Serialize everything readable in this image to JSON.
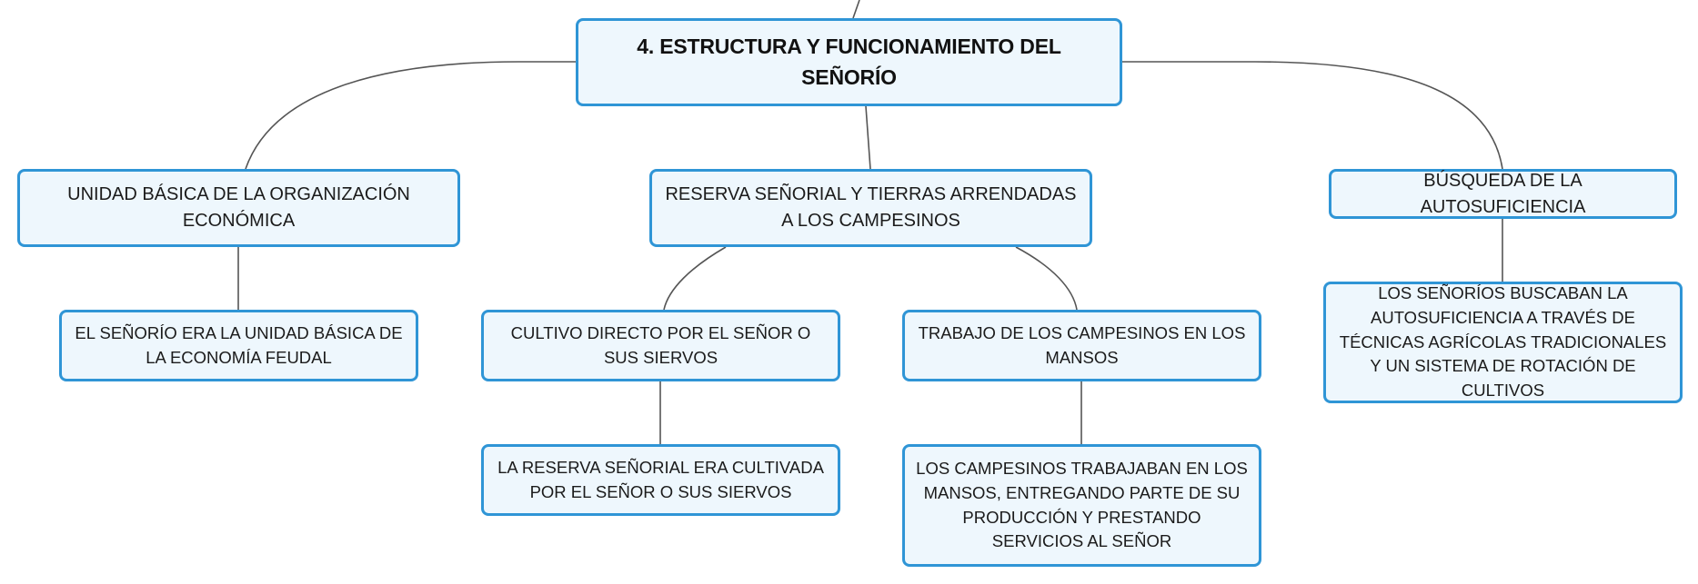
{
  "diagram": {
    "line_color": "#555555",
    "node_border_color": "#2f95d6",
    "node_fill_color": "#eef7fd",
    "root": {
      "label": "4. ESTRUCTURA Y FUNCIONAMIENTO DEL SEÑORÍO"
    },
    "branches": {
      "unidad": {
        "label": "UNIDAD BÁSICA DE LA ORGANIZACIÓN ECONÓMICA",
        "child": "EL SEÑORÍO ERA LA UNIDAD BÁSICA DE LA ECONOMÍA FEUDAL"
      },
      "reserva": {
        "label": "RESERVA SEÑORIAL Y TIERRAS ARRENDADAS A LOS CAMPESINOS",
        "cultivo": {
          "label": "CULTIVO DIRECTO POR EL SEÑOR O SUS SIERVOS",
          "child": "LA RESERVA SEÑORIAL ERA CULTIVADA POR EL SEÑOR O SUS SIERVOS"
        },
        "trabajo": {
          "label": "TRABAJO DE LOS CAMPESINOS EN LOS MANSOS",
          "child": "LOS CAMPESINOS TRABAJABAN EN LOS MANSOS, ENTREGANDO PARTE DE SU PRODUCCIÓN Y PRESTANDO SERVICIOS AL SEÑOR"
        }
      },
      "busqueda": {
        "label": "BÚSQUEDA DE LA AUTOSUFICIENCIA",
        "child": "LOS SEÑORÍOS BUSCABAN LA AUTOSUFICIENCIA A TRAVÉS DE TÉCNICAS AGRÍCOLAS TRADICIONALES Y UN SISTEMA DE ROTACIÓN DE CULTIVOS"
      }
    }
  }
}
